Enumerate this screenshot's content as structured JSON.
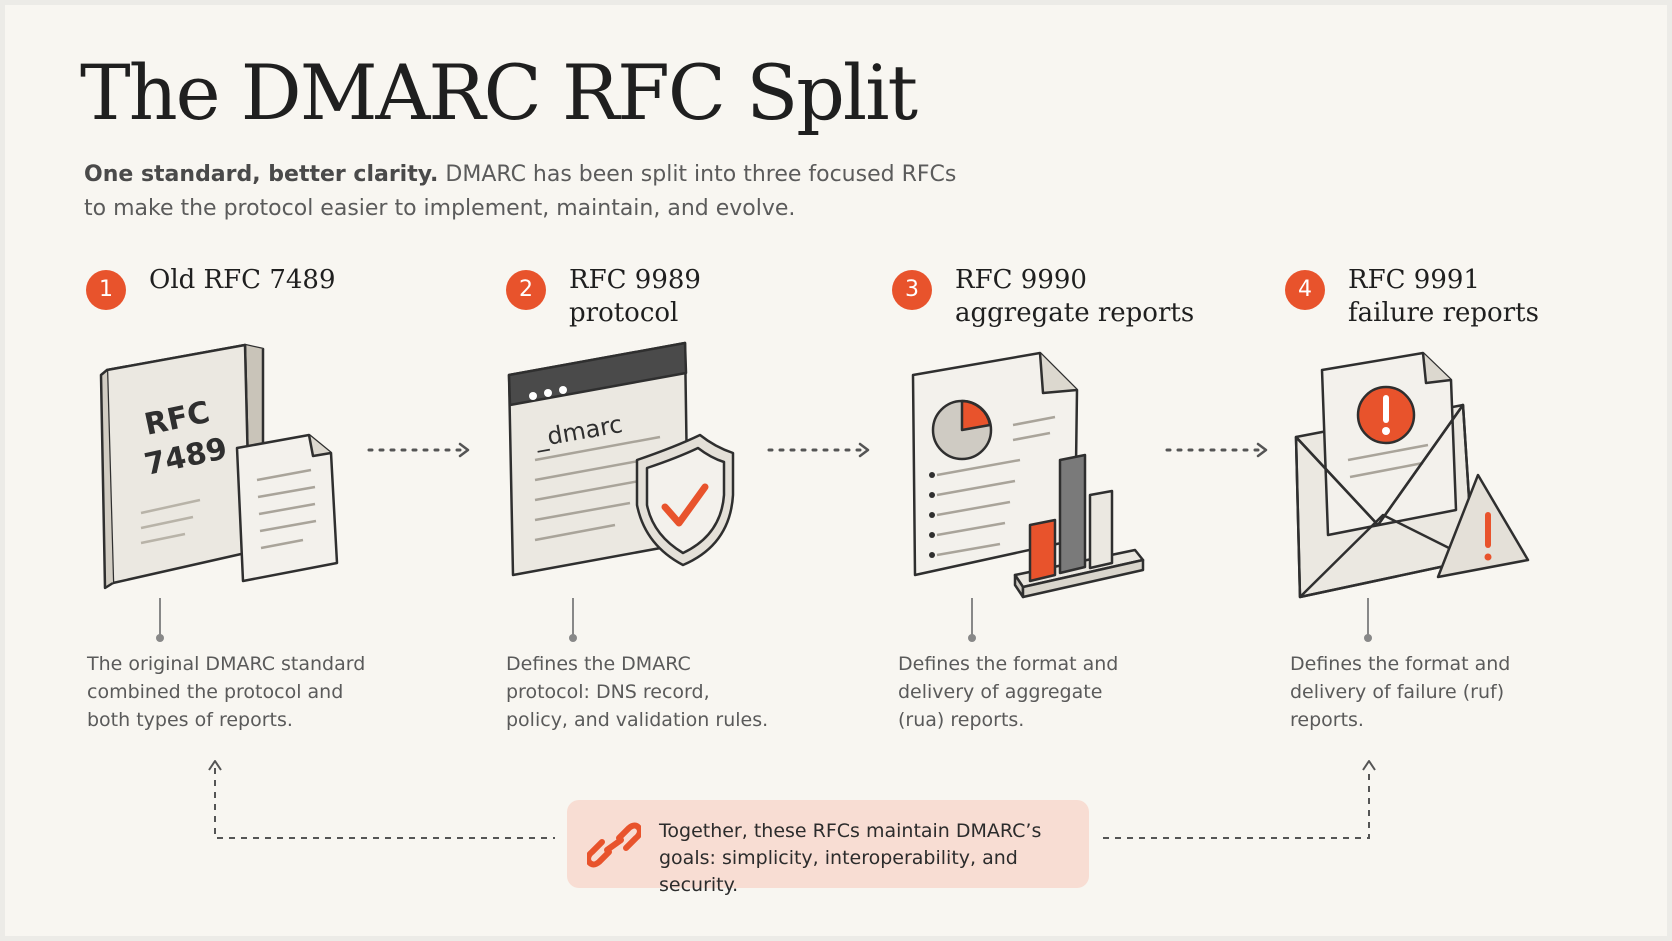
{
  "title": "The DMARC RFC Split",
  "subtitle": {
    "lead": "One standard, better clarity.",
    "line1": " DMARC has been split into three focused RFCs",
    "line2": "to make the protocol easier to implement, maintain, and evolve."
  },
  "steps": [
    {
      "number": "1",
      "title_line1": "Old RFC 7489",
      "title_line2": "",
      "illustration": "book-with-document",
      "book_label_line1": "RFC",
      "book_label_line2": "7489",
      "desc_line1": "The original DMARC standard",
      "desc_line2": "combined the protocol and",
      "desc_line3": "both types of reports."
    },
    {
      "number": "2",
      "title_line1": "RFC 9989",
      "title_line2": "protocol",
      "illustration": "browser-window-with-shield-check",
      "window_label": "_dmarc",
      "desc_line1": "Defines the DMARC",
      "desc_line2": "protocol: DNS record,",
      "desc_line3": "policy, and validation rules."
    },
    {
      "number": "3",
      "title_line1": "RFC 9990",
      "title_line2": "aggregate reports",
      "illustration": "report-document-with-charts",
      "desc_line1": "Defines the format and",
      "desc_line2": "delivery of aggregate",
      "desc_line3": "(rua) reports."
    },
    {
      "number": "4",
      "title_line1": "RFC 9991",
      "title_line2": "failure reports",
      "illustration": "envelope-with-alert",
      "desc_line1": "Defines the format and",
      "desc_line2": "delivery of failure (ruf)",
      "desc_line3": "reports."
    }
  ],
  "summary": {
    "icon": "link-icon",
    "line1": "Together, these RFCs maintain DMARC’s",
    "line2": "goals: simplicity, interoperability, and security."
  },
  "colors": {
    "accent": "#e8532c",
    "background": "#f8f6f1",
    "summary_bg": "#f8ddd3",
    "ink": "#2f2f2f"
  }
}
